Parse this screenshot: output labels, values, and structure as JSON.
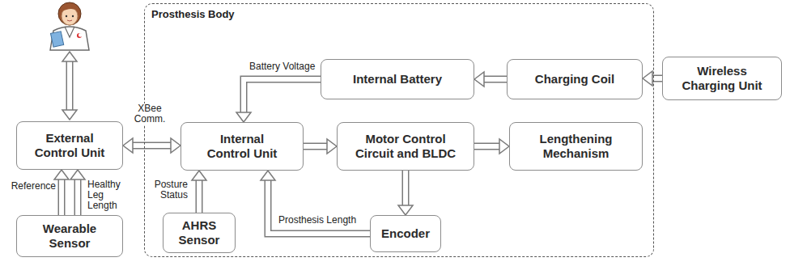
{
  "diagram": {
    "nodes": [
      {
        "text": [
          "Prosthesis Body"
        ]
      },
      {
        "text": [
          "Internal Battery"
        ],
        "in": 0
      },
      {
        "text": [
          "Charging Coil"
        ],
        "in": 0
      },
      {
        "text": [
          "Wireless Charging Unit"
        ]
      },
      {
        "text": [
          "External Control Unit"
        ]
      },
      {
        "text": [
          "Internal Control Unit"
        ],
        "in": 0
      },
      {
        "text": [
          "Motor Control Circuit and BLDC"
        ],
        "in": 0
      },
      {
        "text": [
          "Lengthening Mechanism"
        ],
        "in": 0
      },
      {
        "text": [
          "Wearable Sensor"
        ]
      },
      {
        "text": [
          "AHRS Sensor"
        ],
        "in": 0
      },
      {
        "text": [
          "Encoder"
        ],
        "in": 0
      }
    ],
    "edges": [
      {
        "from": 4,
        "to": 5,
        "arrow": "both",
        "label": "XBee Comm."
      },
      {
        "from": 8,
        "to": 4,
        "arrow": "to",
        "label": "Reference"
      },
      {
        "from": 8,
        "to": 4,
        "arrow": "to",
        "label": "Healthy Leg Length"
      },
      {
        "from": 9,
        "to": 5,
        "arrow": "to",
        "label": "Posture Status"
      },
      {
        "from": 10,
        "to": 5,
        "arrow": "to",
        "label": "Prosthesis Length"
      },
      {
        "from": 1,
        "to": 5,
        "arrow": "to",
        "label": "Battery Voltage"
      },
      {
        "from": 2,
        "to": 1,
        "arrow": "to"
      },
      {
        "from": 3,
        "to": 2,
        "arrow": "to"
      },
      {
        "from": 5,
        "to": 6,
        "arrow": "to"
      },
      {
        "from": 6,
        "to": 7,
        "arrow": "to"
      },
      {
        "from": 6,
        "to": 10,
        "arrow": "to"
      }
    ]
  }
}
